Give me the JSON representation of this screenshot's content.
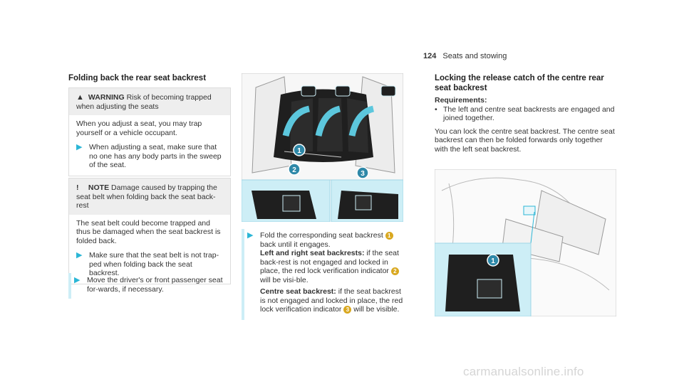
{
  "header": {
    "page_number": "124",
    "section": "Seats and stowing"
  },
  "left": {
    "title": "Folding back the rear seat backrest",
    "warning": {
      "label": "WARNING",
      "headline": "Risk of becoming trapped when adjusting the seats",
      "body": "When you adjust a seat, you may trap yourself or a vehicle occupant.",
      "step": "When adjusting a seat, make sure that no one has any body parts in the sweep of the seat."
    },
    "note": {
      "label": "NOTE",
      "headline": "Damage caused by trapping the seat belt when folding back the seat back-rest",
      "body": "The seat belt could become trapped and thus be damaged when the seat backrest is folded back.",
      "step": "Make sure that the seat belt is not trap-ped when folding back the seat backrest."
    },
    "step1": "Move the driver's or front passenger seat for-wards, if necessary."
  },
  "middle": {
    "callouts": [
      "1",
      "2",
      "3"
    ],
    "step_a": "Fold the corresponding seat backrest",
    "step_a_tail": "back until it engages.",
    "left_right_label": "Left and right seat backrests:",
    "left_right_text": "if the seat back-rest is not engaged and locked in place, the red lock verification indicator",
    "left_right_tail": "will be visi-ble.",
    "centre_label": "Centre seat backrest:",
    "centre_text": "if the seat backrest is not engaged and locked in place, the red lock verification indicator",
    "centre_tail": "will be visible."
  },
  "right": {
    "title": "Locking the release catch of the centre rear seat backrest",
    "requirements_label": "Requirements:",
    "requirement": "The left and centre seat backrests are engaged and joined together.",
    "body": "You can lock the centre seat backrest. The centre seat backrest can then be folded forwards only together with the left seat backrest.",
    "callout": "1"
  },
  "watermark": "carmanualsonline.info",
  "colors": {
    "accent_cyan": "#2bb6d6",
    "callout_bg": "#cdeef6",
    "badge": "#d9a820"
  }
}
